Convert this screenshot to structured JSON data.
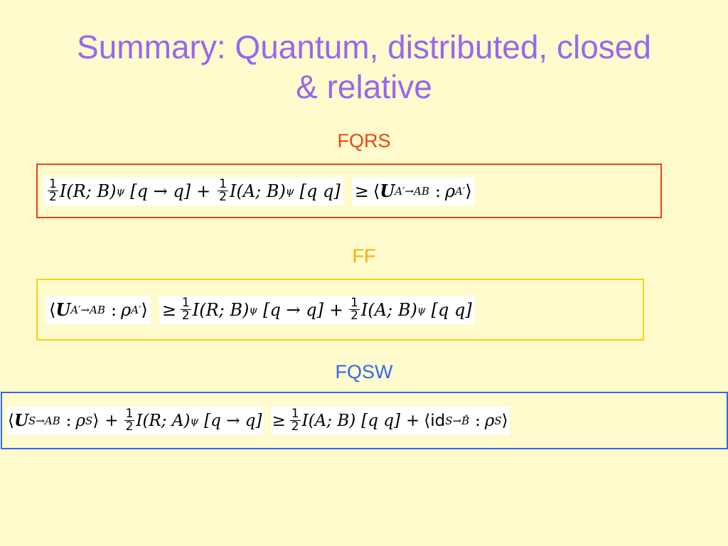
{
  "slide": {
    "title_line1": "Summary: Quantum, distributed, closed",
    "title_line2": "& relative"
  },
  "colors": {
    "title": "#9966ee",
    "fqrs": "#ee4411",
    "ff": "#ffaa00",
    "ff_border": "#ffcc11",
    "fqsw": "#3366ee",
    "background": "#fffbcc"
  },
  "sections": {
    "fqrs": {
      "label": "FQRS"
    },
    "ff": {
      "label": "FF"
    },
    "fqsw": {
      "label": "FQSW"
    }
  },
  "math": {
    "half_num": "1",
    "half_den": "2",
    "I": "I",
    "RB": "(R; B)",
    "AB": "(A; B)",
    "RA": "(R; A)",
    "psi": "ψ",
    "qq_arrow": "[q → q]",
    "qq_plain": "[q q]",
    "plus": "+",
    "geq": "≥",
    "langle": "⟨",
    "rangle": "⟩",
    "U": "U",
    "colon": ":",
    "rho": "ρ",
    "sup_Ap_AB": "A′→AB",
    "sup_Ap": "A′",
    "sup_S_AB": "S→AB",
    "sup_S": "S",
    "id": "id",
    "sup_S_Bhat": "S→B̂"
  }
}
